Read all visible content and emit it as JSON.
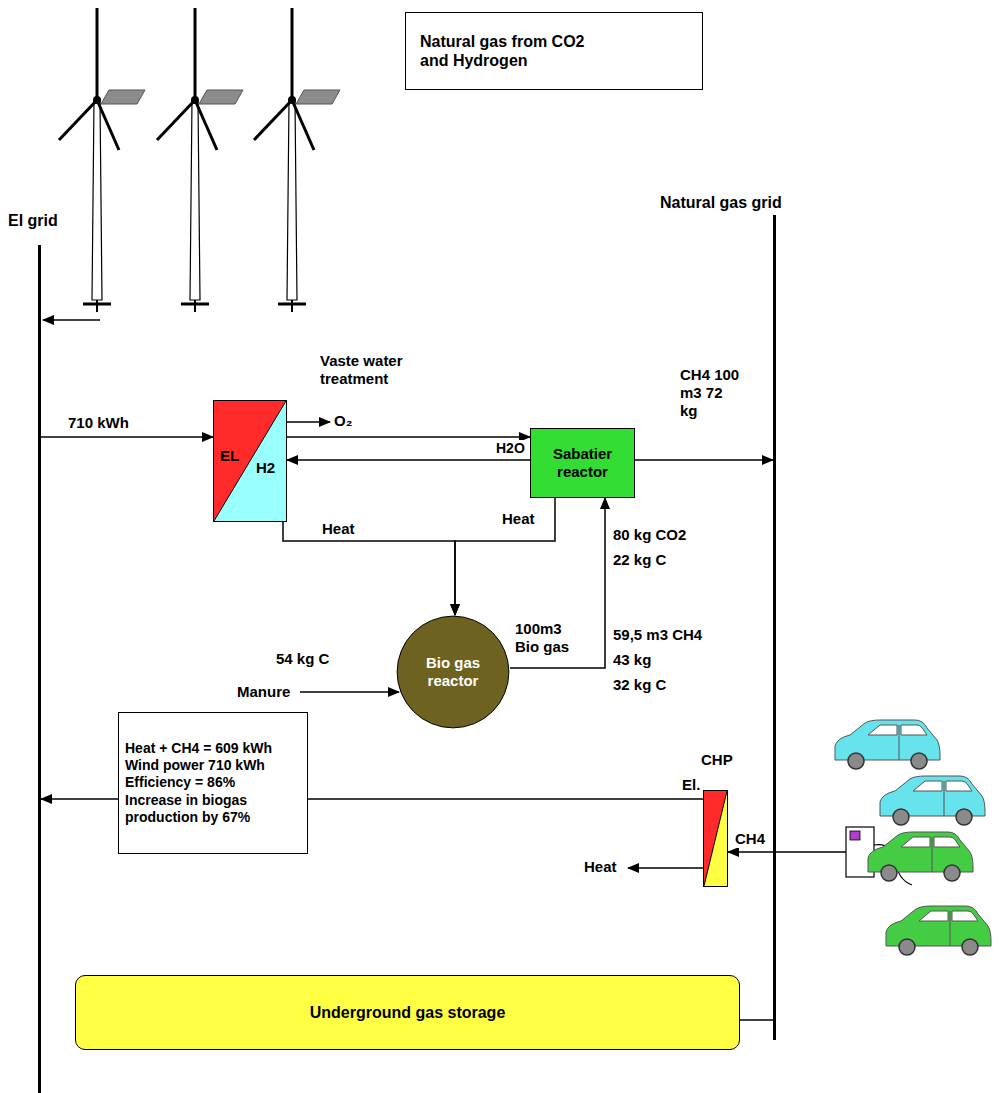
{
  "diagram": {
    "title": "Natural gas from CO2 and Hydrogen",
    "nodes": [
      {
        "text": [
          "El grid"
        ]
      },
      {
        "text": [
          "Natural gas grid"
        ]
      },
      {
        "text": [
          "EL",
          "H2"
        ]
      },
      {
        "text": [
          "Sabatier reactor"
        ]
      },
      {
        "text": [
          "Bio gas reactor"
        ]
      },
      {
        "text": [
          "Heat + CH4 = 609 kWh",
          "Wind power 710 kWh",
          "Efficiency = 86%",
          "Increase in biogas production by 67%"
        ]
      },
      {
        "text": [
          "CHP"
        ]
      },
      {
        "text": [
          "Underground gas storage"
        ]
      }
    ],
    "edges": [
      {
        "from": 0,
        "to": 2,
        "label": "710 kWh",
        "arrow": "to"
      },
      {
        "from": 2,
        "to": 3,
        "arrow": "to"
      },
      {
        "from": 3,
        "to": 2,
        "label": "H2O",
        "arrow": "to"
      },
      {
        "from": 2,
        "to": 4,
        "label": "Heat",
        "arrow": "to"
      },
      {
        "from": 3,
        "to": 4,
        "label": "Heat",
        "arrow": "to"
      },
      {
        "from": 4,
        "to": 3,
        "label": "100m3 Bio gas",
        "arrow": "to"
      },
      {
        "from": 3,
        "to": 1,
        "label": "CH4 100 m3 72 kg",
        "arrow": "to"
      },
      {
        "from": 1,
        "to": 6,
        "label": "CH4",
        "arrow": "to"
      },
      {
        "from": 6,
        "to": 0,
        "label": "El.",
        "arrow": "to"
      },
      {
        "from": 7,
        "to": 1,
        "arrow": "none"
      }
    ],
    "labels": [
      "Vaste water treatment",
      "O₂",
      "80 kg CO2",
      "22 kg C",
      "59,5 m3 CH4",
      "43 kg",
      "32 kg C",
      "Manure",
      "54 kg C",
      "Heat"
    ]
  }
}
